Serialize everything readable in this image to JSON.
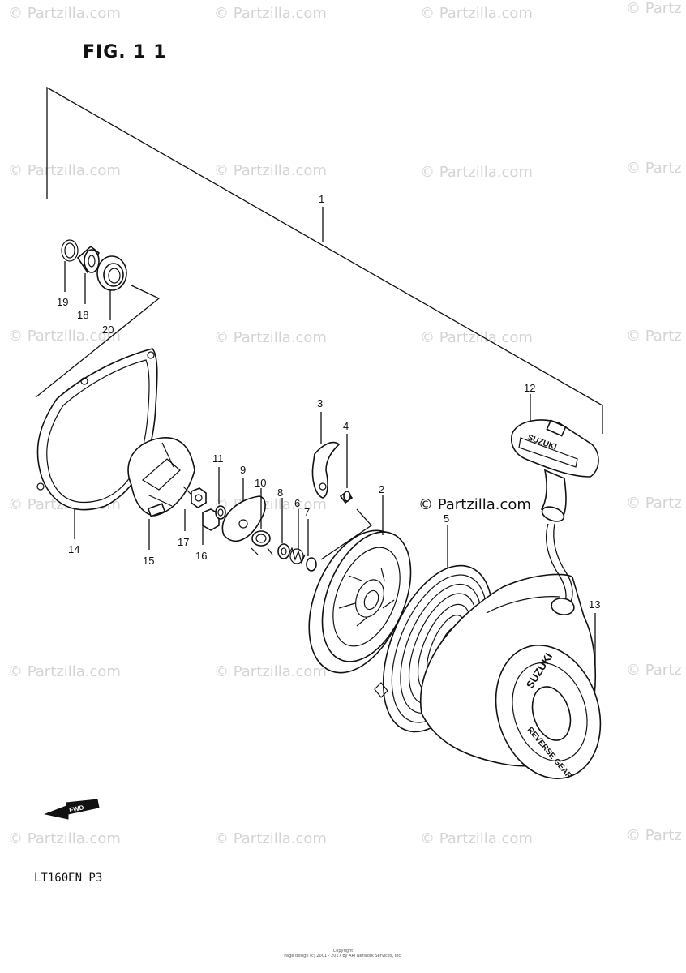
{
  "figure": {
    "title": "FIG. 1 1"
  },
  "model_code": "LT160EN P3",
  "watermark": {
    "text": "© Partzilla.com",
    "clipped_text": "© Partz",
    "color": "#d4d4d4"
  },
  "overlay_watermark": "© Partzilla.com",
  "callouts": [
    "1",
    "2",
    "3",
    "4",
    "5",
    "6",
    "7",
    "8",
    "9",
    "10",
    "11",
    "12",
    "13",
    "14",
    "15",
    "16",
    "17",
    "18",
    "19",
    "20"
  ],
  "handle_logo": "SUZUKI",
  "cover_badge": {
    "top": "SUZUKI",
    "bottom": "REVERSE GEAR"
  },
  "fwd_label": "FWD",
  "footer": {
    "line1": "Copyright",
    "line2": "Page design (c) 2001 - 2017 by ARI Network Services, Inc."
  }
}
